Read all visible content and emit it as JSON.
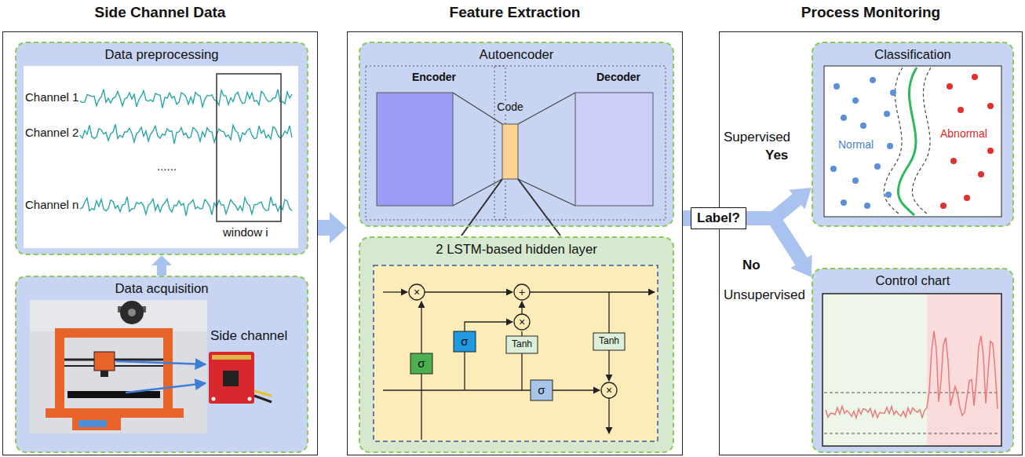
{
  "diagram": {
    "nodes": [
      {
        "text": [
          "Side Channel Data"
        ]
      },
      {
        "text": [
          "Data preprocessing"
        ],
        "in": 0
      },
      {
        "text": [
          "Data acquisition"
        ],
        "in": 0
      },
      {
        "text": [
          "Feature Extraction"
        ]
      },
      {
        "text": [
          "Autoencoder"
        ],
        "in": 3
      },
      {
        "text": [
          "2 LSTM-based hidden layer"
        ],
        "in": 3
      },
      {
        "text": [
          "Process Monitoring"
        ]
      },
      {
        "text": [
          "Classification"
        ],
        "in": 6
      },
      {
        "text": [
          "Control chart"
        ],
        "in": 6
      },
      {
        "text": [
          "Label?"
        ]
      }
    ],
    "edges": [
      {
        "from": 2,
        "to": 1,
        "arrow": "to"
      },
      {
        "from": 0,
        "to": 3,
        "arrow": "to"
      },
      {
        "from": 3,
        "to": 9,
        "arrow": "none"
      },
      {
        "from": 9,
        "to": 7,
        "arrow": "to"
      },
      {
        "from": 9,
        "to": 8,
        "arrow": "to"
      }
    ],
    "labels": [
      "Channel 1",
      "Channel 2",
      "......",
      "Channel n",
      "window i",
      "Side channel",
      "Encoder",
      "Code",
      "Decoder",
      "×",
      "+",
      "×",
      "σ",
      "σ",
      "Tanh",
      "Tanh",
      "σ",
      "×",
      "Supervised",
      "Yes",
      "Normal",
      "Abnormal",
      "No",
      "Unsupervised"
    ]
  }
}
